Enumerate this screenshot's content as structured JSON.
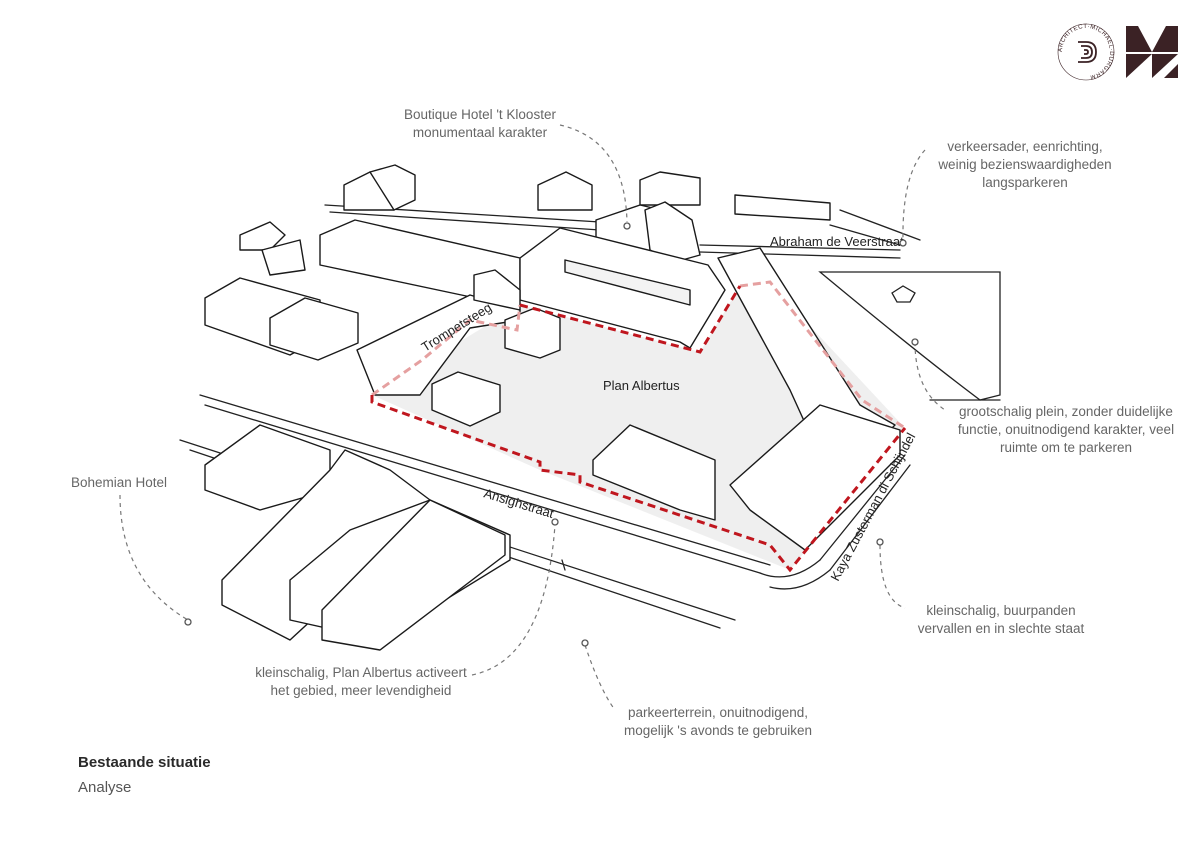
{
  "colors": {
    "line": "#1a1a1a",
    "fill": "#eeeeee",
    "boundary": "#c0161e",
    "boundary_faded": "#e5a0a0",
    "annotation_leader": "#777777",
    "logo": "#3b2225"
  },
  "logo": {
    "seal_text": "ARCHITECT·MICHAEL·DURGARM",
    "seal_icon": "d-monogram-icon",
    "mark_icon": "triangles-mark-icon"
  },
  "map": {
    "streets": {
      "trompetsteeg": "Trompetsteeg",
      "ansighstraat": "Ansighstraat",
      "abraham": "Abraham de Veerstraat",
      "kaya": "Kaya Zusterman di Schijndel"
    },
    "site_label": "Plan Albertus"
  },
  "annotations": {
    "klooster": {
      "line1": "Boutique Hotel 't Klooster",
      "line2": "monumentaal karakter"
    },
    "verkeer": {
      "line1": "verkeersader, eenrichting,",
      "line2": "weinig bezienswaardigheden",
      "line3": "langsparkeren"
    },
    "plein": {
      "line1": "grootschalig plein, zonder duidelijke",
      "line2": "functie, onuitnodigend karakter, veel",
      "line3": "ruimte om te parkeren"
    },
    "bohemian": {
      "line1": "Bohemian Hotel"
    },
    "buurpanden": {
      "line1": "kleinschalig, buurpanden",
      "line2": "vervallen en in slechte staat"
    },
    "activeert": {
      "line1": "kleinschalig, Plan Albertus activeert",
      "line2": "het gebied, meer levendigheid"
    },
    "parkeer": {
      "line1": "parkeerterrein, onuitnodigend,",
      "line2": "mogelijk 's avonds te gebruiken"
    }
  },
  "caption": {
    "title": "Bestaande situatie",
    "subtitle": "Analyse"
  }
}
